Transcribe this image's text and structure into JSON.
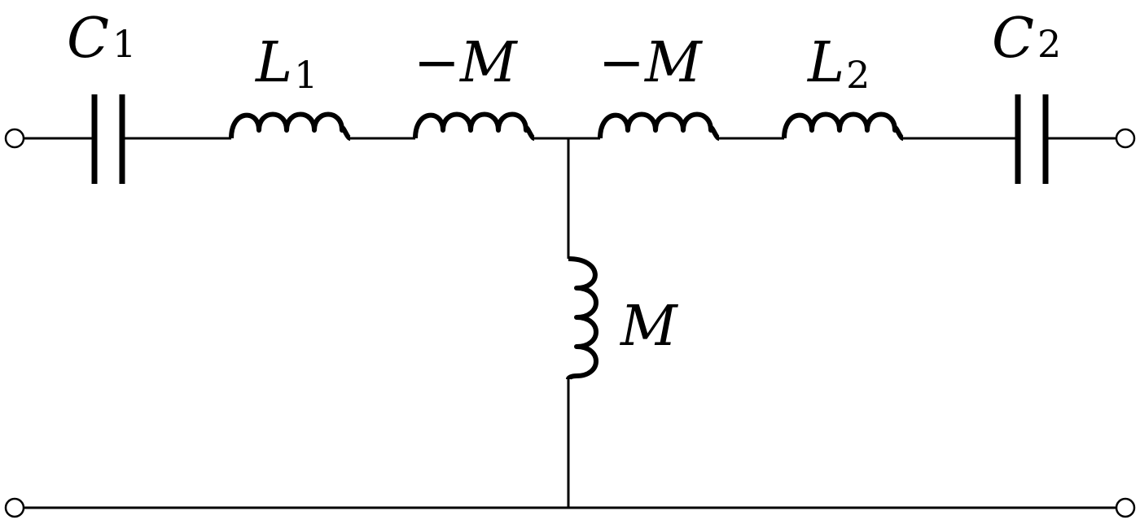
{
  "components": {
    "c1": {
      "symbol": "C",
      "subscript": "1"
    },
    "l1": {
      "symbol": "L",
      "subscript": "1"
    },
    "neg_m_left": {
      "symbol": "−M"
    },
    "neg_m_right": {
      "symbol": "−M"
    },
    "l2": {
      "symbol": "L",
      "subscript": "2"
    },
    "c2": {
      "symbol": "C",
      "subscript": "2"
    },
    "m_shunt": {
      "symbol": "M"
    }
  },
  "colors": {
    "line": "#000000",
    "background": "#ffffff"
  }
}
